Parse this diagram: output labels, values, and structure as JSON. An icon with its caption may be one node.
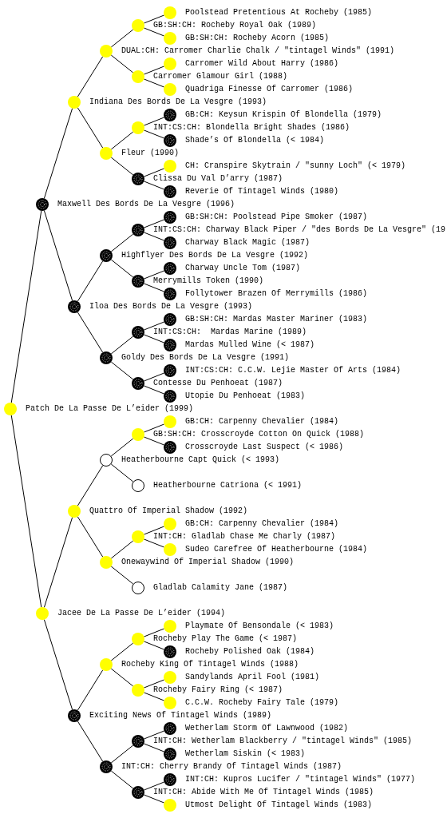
{
  "diagram": {
    "nodes": [
      {
        "text": [
          "Poolstead Pretentious At Rocheby (1985)"
        ]
      },
      {
        "text": [
          "GB:SH:CH: Rocheby Royal Oak (1989)"
        ]
      },
      {
        "text": [
          "GB:SH:CH: Rocheby Acorn (1985)"
        ]
      },
      {
        "text": [
          "DUAL:CH: Carromer Charlie Chalk / \"tintagel Winds\" (1991)"
        ]
      },
      {
        "text": [
          "Carromer Wild About Harry (1986)"
        ]
      },
      {
        "text": [
          "Carromer Glamour Girl (1988)"
        ]
      },
      {
        "text": [
          "Quadriga Finesse Of Carromer (1986)"
        ]
      },
      {
        "text": [
          "Indiana Des Bords De La Vesgre (1993)"
        ]
      },
      {
        "text": [
          "GB:CH: Keysun Krispin Of Blondella (1979)"
        ]
      },
      {
        "text": [
          "INT:CS:CH: Blondella Bright Shades (1986)"
        ]
      },
      {
        "text": [
          "Shade’s Of Blondella (< 1984)"
        ]
      },
      {
        "text": [
          "Fleur (1990)"
        ]
      },
      {
        "text": [
          "CH: Cranspire Skytrain / \"sunny Loch\" (< 1979)"
        ]
      },
      {
        "text": [
          "Clissa Du Val D’arry (1987)"
        ]
      },
      {
        "text": [
          "Reverie Of Tintagel Winds (1980)"
        ]
      },
      {
        "text": [
          "Maxwell Des Bords De La Vesgre (1996)"
        ]
      },
      {
        "text": [
          "GB:SH:CH: Poolstead Pipe Smoker (1987)"
        ]
      },
      {
        "text": [
          "INT:CS:CH: Charway Black Piper / \"des Bords De La Vesgre\" (19"
        ]
      },
      {
        "text": [
          "Charway Black Magic (1987)"
        ]
      },
      {
        "text": [
          "Highflyer Des Bords De La Vesgre (1992)"
        ]
      },
      {
        "text": [
          "Charway Uncle Tom (1987)"
        ]
      },
      {
        "text": [
          "Merrymills Token (1990)"
        ]
      },
      {
        "text": [
          "Follytower Brazen Of Merrymills (1986)"
        ]
      },
      {
        "text": [
          "Iloa Des Bords De La Vesgre (1993)"
        ]
      },
      {
        "text": [
          "GB:SH:CH: Mardas Master Mariner (1983)"
        ]
      },
      {
        "text": [
          "INT:CS:CH:  Mardas Marine (1989)"
        ]
      },
      {
        "text": [
          "Mardas Mulled Wine (< 1987)"
        ]
      },
      {
        "text": [
          "Goldy Des Bords De La Vesgre (1991)"
        ]
      },
      {
        "text": [
          "INT:CS:CH: C.C.W. Lejie Master Of Arts (1984)"
        ]
      },
      {
        "text": [
          "Contesse Du Penhoeat (1987)"
        ]
      },
      {
        "text": [
          "Utopie Du Penhoeat (1983)"
        ]
      },
      {
        "text": [
          "Patch De La Passe De L’eider (1999)"
        ]
      },
      {
        "text": [
          "GB:CH: Carpenny Chevalier (1984)"
        ]
      },
      {
        "text": [
          "GB:SH:CH: Crosscroyde Cotton On Quick (1988)"
        ]
      },
      {
        "text": [
          "Crosscroyde Last Suspect (< 1986)"
        ]
      },
      {
        "text": [
          "Heatherbourne Capt Quick (< 1993)"
        ]
      },
      {
        "text": [
          "Heatherbourne Catriona (< 1991)"
        ]
      },
      {
        "text": [
          "Quattro Of Imperial Shadow (1992)"
        ]
      },
      {
        "text": [
          "GB:CH: Carpenny Chevalier (1984)"
        ]
      },
      {
        "text": [
          "INT:CH: Gladlab Chase Me Charly (1987)"
        ]
      },
      {
        "text": [
          "Sudeo Carefree Of Heatherbourne (1984)"
        ]
      },
      {
        "text": [
          "Onewaywind Of Imperial Shadow (1990)"
        ]
      },
      {
        "text": [
          "Gladlab Calamity Jane (1987)"
        ]
      },
      {
        "text": [
          "Jacee De La Passe De L’eider (1994)"
        ]
      },
      {
        "text": [
          "Playmate Of Bensondale (< 1983)"
        ]
      },
      {
        "text": [
          "Rocheby Play The Game (< 1987)"
        ]
      },
      {
        "text": [
          "Rocheby Polished Oak (1984)"
        ]
      },
      {
        "text": [
          "Rocheby King Of Tintagel Winds (1988)"
        ]
      },
      {
        "text": [
          "Sandylands April Fool (1981)"
        ]
      },
      {
        "text": [
          "Rocheby Fairy Ring (< 1987)"
        ]
      },
      {
        "text": [
          "C.C.W. Rocheby Fairy Tale (1979)"
        ]
      },
      {
        "text": [
          "Exciting News Of Tintagel Winds (1989)"
        ]
      },
      {
        "text": [
          "Wetherlam Storm Of Lawnwood (1982)"
        ]
      },
      {
        "text": [
          "INT:CH: Wetherlam Blackberry / \"tintagel Winds\" (1985)"
        ]
      },
      {
        "text": [
          "Wetherlam Siskin (< 1983)"
        ]
      },
      {
        "text": [
          "INT:CH: Cherry Brandy Of Tintagel Winds (1987)"
        ]
      },
      {
        "text": [
          "INT:CH: Kupros Lucifer / \"tintagel Winds\" (1977)"
        ]
      },
      {
        "text": [
          "INT:CH: Abide With Me Of Tintagel Winds (1985)"
        ]
      },
      {
        "text": [
          "Utmost Delight Of Tintagel Winds (1983)"
        ]
      }
    ],
    "edges": [
      {
        "from": 31,
        "to": 15,
        "arrow": "none"
      },
      {
        "from": 31,
        "to": 43,
        "arrow": "none"
      },
      {
        "from": 15,
        "to": 7,
        "arrow": "none"
      },
      {
        "from": 15,
        "to": 23,
        "arrow": "none"
      },
      {
        "from": 43,
        "to": 37,
        "arrow": "none"
      },
      {
        "from": 43,
        "to": 51,
        "arrow": "none"
      },
      {
        "from": 7,
        "to": 3,
        "arrow": "none"
      },
      {
        "from": 7,
        "to": 11,
        "arrow": "none"
      },
      {
        "from": 23,
        "to": 19,
        "arrow": "none"
      },
      {
        "from": 23,
        "to": 27,
        "arrow": "none"
      },
      {
        "from": 37,
        "to": 35,
        "arrow": "none"
      },
      {
        "from": 37,
        "to": 41,
        "arrow": "none"
      },
      {
        "from": 51,
        "to": 47,
        "arrow": "none"
      },
      {
        "from": 51,
        "to": 55,
        "arrow": "none"
      },
      {
        "from": 3,
        "to": 1,
        "arrow": "none"
      },
      {
        "from": 3,
        "to": 5,
        "arrow": "none"
      },
      {
        "from": 11,
        "to": 9,
        "arrow": "none"
      },
      {
        "from": 11,
        "to": 13,
        "arrow": "none"
      },
      {
        "from": 19,
        "to": 17,
        "arrow": "none"
      },
      {
        "from": 19,
        "to": 21,
        "arrow": "none"
      },
      {
        "from": 27,
        "to": 25,
        "arrow": "none"
      },
      {
        "from": 27,
        "to": 29,
        "arrow": "none"
      },
      {
        "from": 35,
        "to": 33,
        "arrow": "none"
      },
      {
        "from": 35,
        "to": 36,
        "arrow": "none"
      },
      {
        "from": 41,
        "to": 39,
        "arrow": "none"
      },
      {
        "from": 41,
        "to": 42,
        "arrow": "none"
      },
      {
        "from": 47,
        "to": 45,
        "arrow": "none"
      },
      {
        "from": 47,
        "to": 49,
        "arrow": "none"
      },
      {
        "from": 55,
        "to": 53,
        "arrow": "none"
      },
      {
        "from": 55,
        "to": 57,
        "arrow": "none"
      },
      {
        "from": 1,
        "to": 0,
        "arrow": "none"
      },
      {
        "from": 1,
        "to": 2,
        "arrow": "none"
      },
      {
        "from": 5,
        "to": 4,
        "arrow": "none"
      },
      {
        "from": 5,
        "to": 6,
        "arrow": "none"
      },
      {
        "from": 9,
        "to": 8,
        "arrow": "none"
      },
      {
        "from": 9,
        "to": 10,
        "arrow": "none"
      },
      {
        "from": 13,
        "to": 12,
        "arrow": "none"
      },
      {
        "from": 13,
        "to": 14,
        "arrow": "none"
      },
      {
        "from": 17,
        "to": 16,
        "arrow": "none"
      },
      {
        "from": 17,
        "to": 18,
        "arrow": "none"
      },
      {
        "from": 21,
        "to": 20,
        "arrow": "none"
      },
      {
        "from": 21,
        "to": 22,
        "arrow": "none"
      },
      {
        "from": 25,
        "to": 24,
        "arrow": "none"
      },
      {
        "from": 25,
        "to": 26,
        "arrow": "none"
      },
      {
        "from": 29,
        "to": 28,
        "arrow": "none"
      },
      {
        "from": 29,
        "to": 30,
        "arrow": "none"
      },
      {
        "from": 33,
        "to": 32,
        "arrow": "none"
      },
      {
        "from": 33,
        "to": 34,
        "arrow": "none"
      },
      {
        "from": 39,
        "to": 38,
        "arrow": "none"
      },
      {
        "from": 39,
        "to": 40,
        "arrow": "none"
      },
      {
        "from": 45,
        "to": 44,
        "arrow": "none"
      },
      {
        "from": 45,
        "to": 46,
        "arrow": "none"
      },
      {
        "from": 49,
        "to": 48,
        "arrow": "none"
      },
      {
        "from": 49,
        "to": 50,
        "arrow": "none"
      },
      {
        "from": 53,
        "to": 52,
        "arrow": "none"
      },
      {
        "from": 53,
        "to": 54,
        "arrow": "none"
      },
      {
        "from": 57,
        "to": 56,
        "arrow": "none"
      },
      {
        "from": 57,
        "to": 58,
        "arrow": "none"
      }
    ]
  }
}
